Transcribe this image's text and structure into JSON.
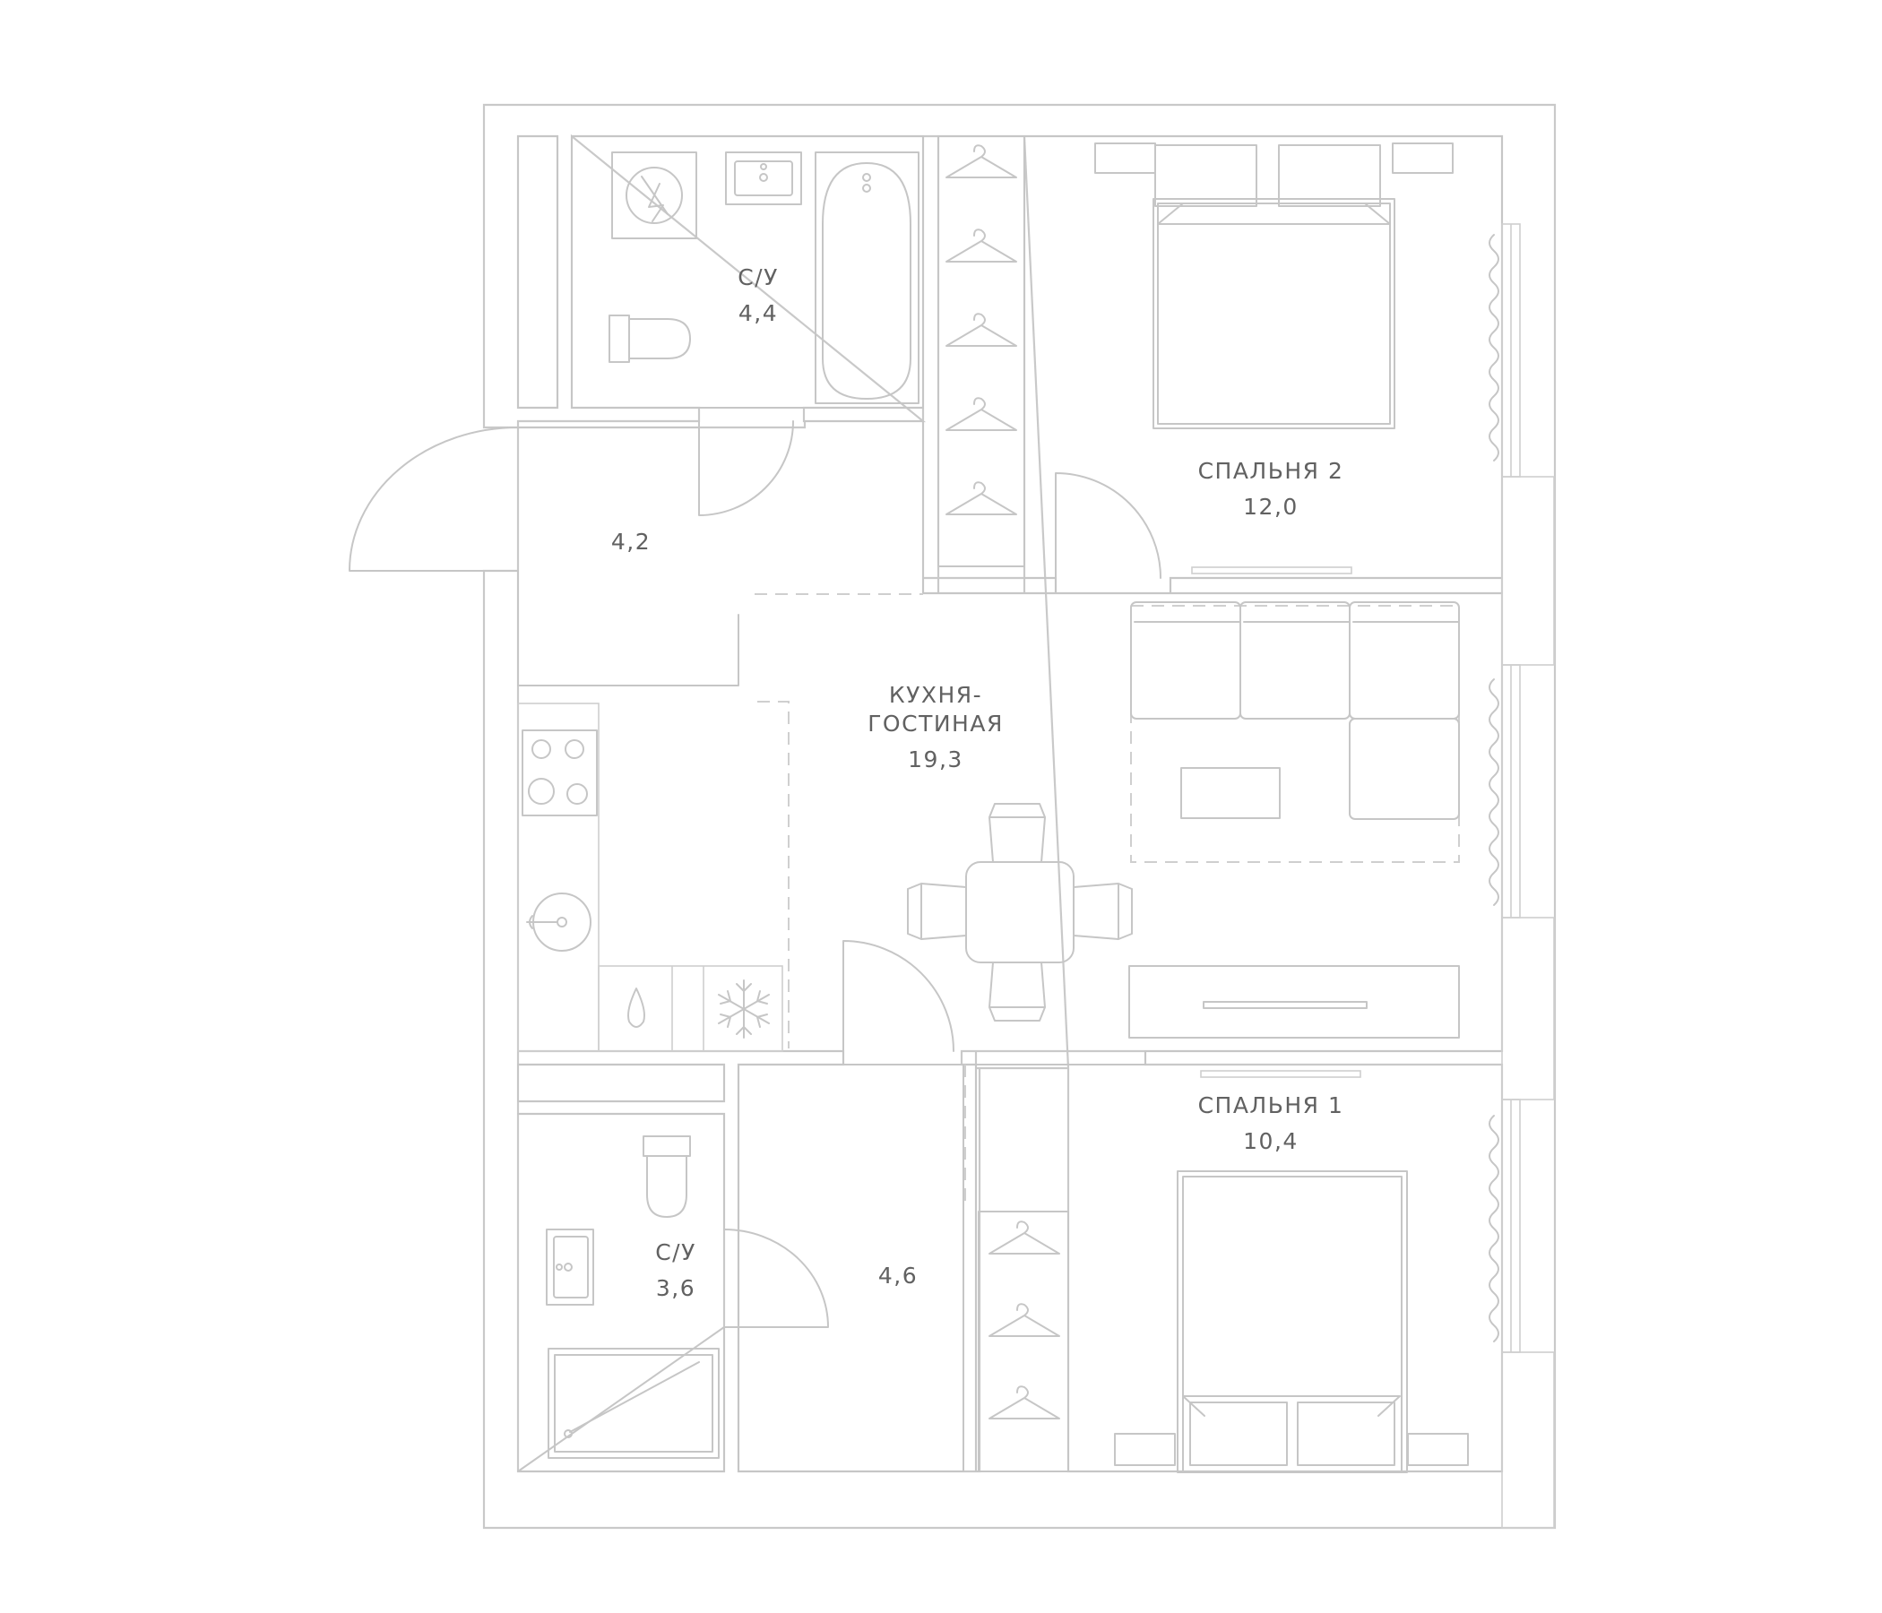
{
  "rooms": {
    "bathroom_1": {
      "name": "С/У",
      "area": "4,4"
    },
    "bedroom_2": {
      "name": "СПАЛЬНЯ 2",
      "area": "12,0"
    },
    "entrance_hall": {
      "area": "4,2"
    },
    "kitchen_living": {
      "name_line1": "КУХНЯ-",
      "name_line2": "ГОСТИНАЯ",
      "area": "19,3"
    },
    "bedroom_1": {
      "name": "СПАЛЬНЯ 1",
      "area": "10,4"
    },
    "bathroom_2": {
      "name": "С/У",
      "area": "3,6"
    },
    "hallway": {
      "area": "4,6"
    }
  },
  "icons": [
    "hanger-icon",
    "cooktop-icon",
    "sink-icon",
    "water-drop-icon",
    "snowflake-icon",
    "washing-machine-icon",
    "bed-icon",
    "sofa-icon",
    "table-icon",
    "chair-icon",
    "bathtub-icon",
    "shower-icon",
    "toilet-icon",
    "curtain-icon"
  ],
  "colors": {
    "lines": "#c6c6c6",
    "text": "#616161",
    "background": "#ffffff"
  }
}
